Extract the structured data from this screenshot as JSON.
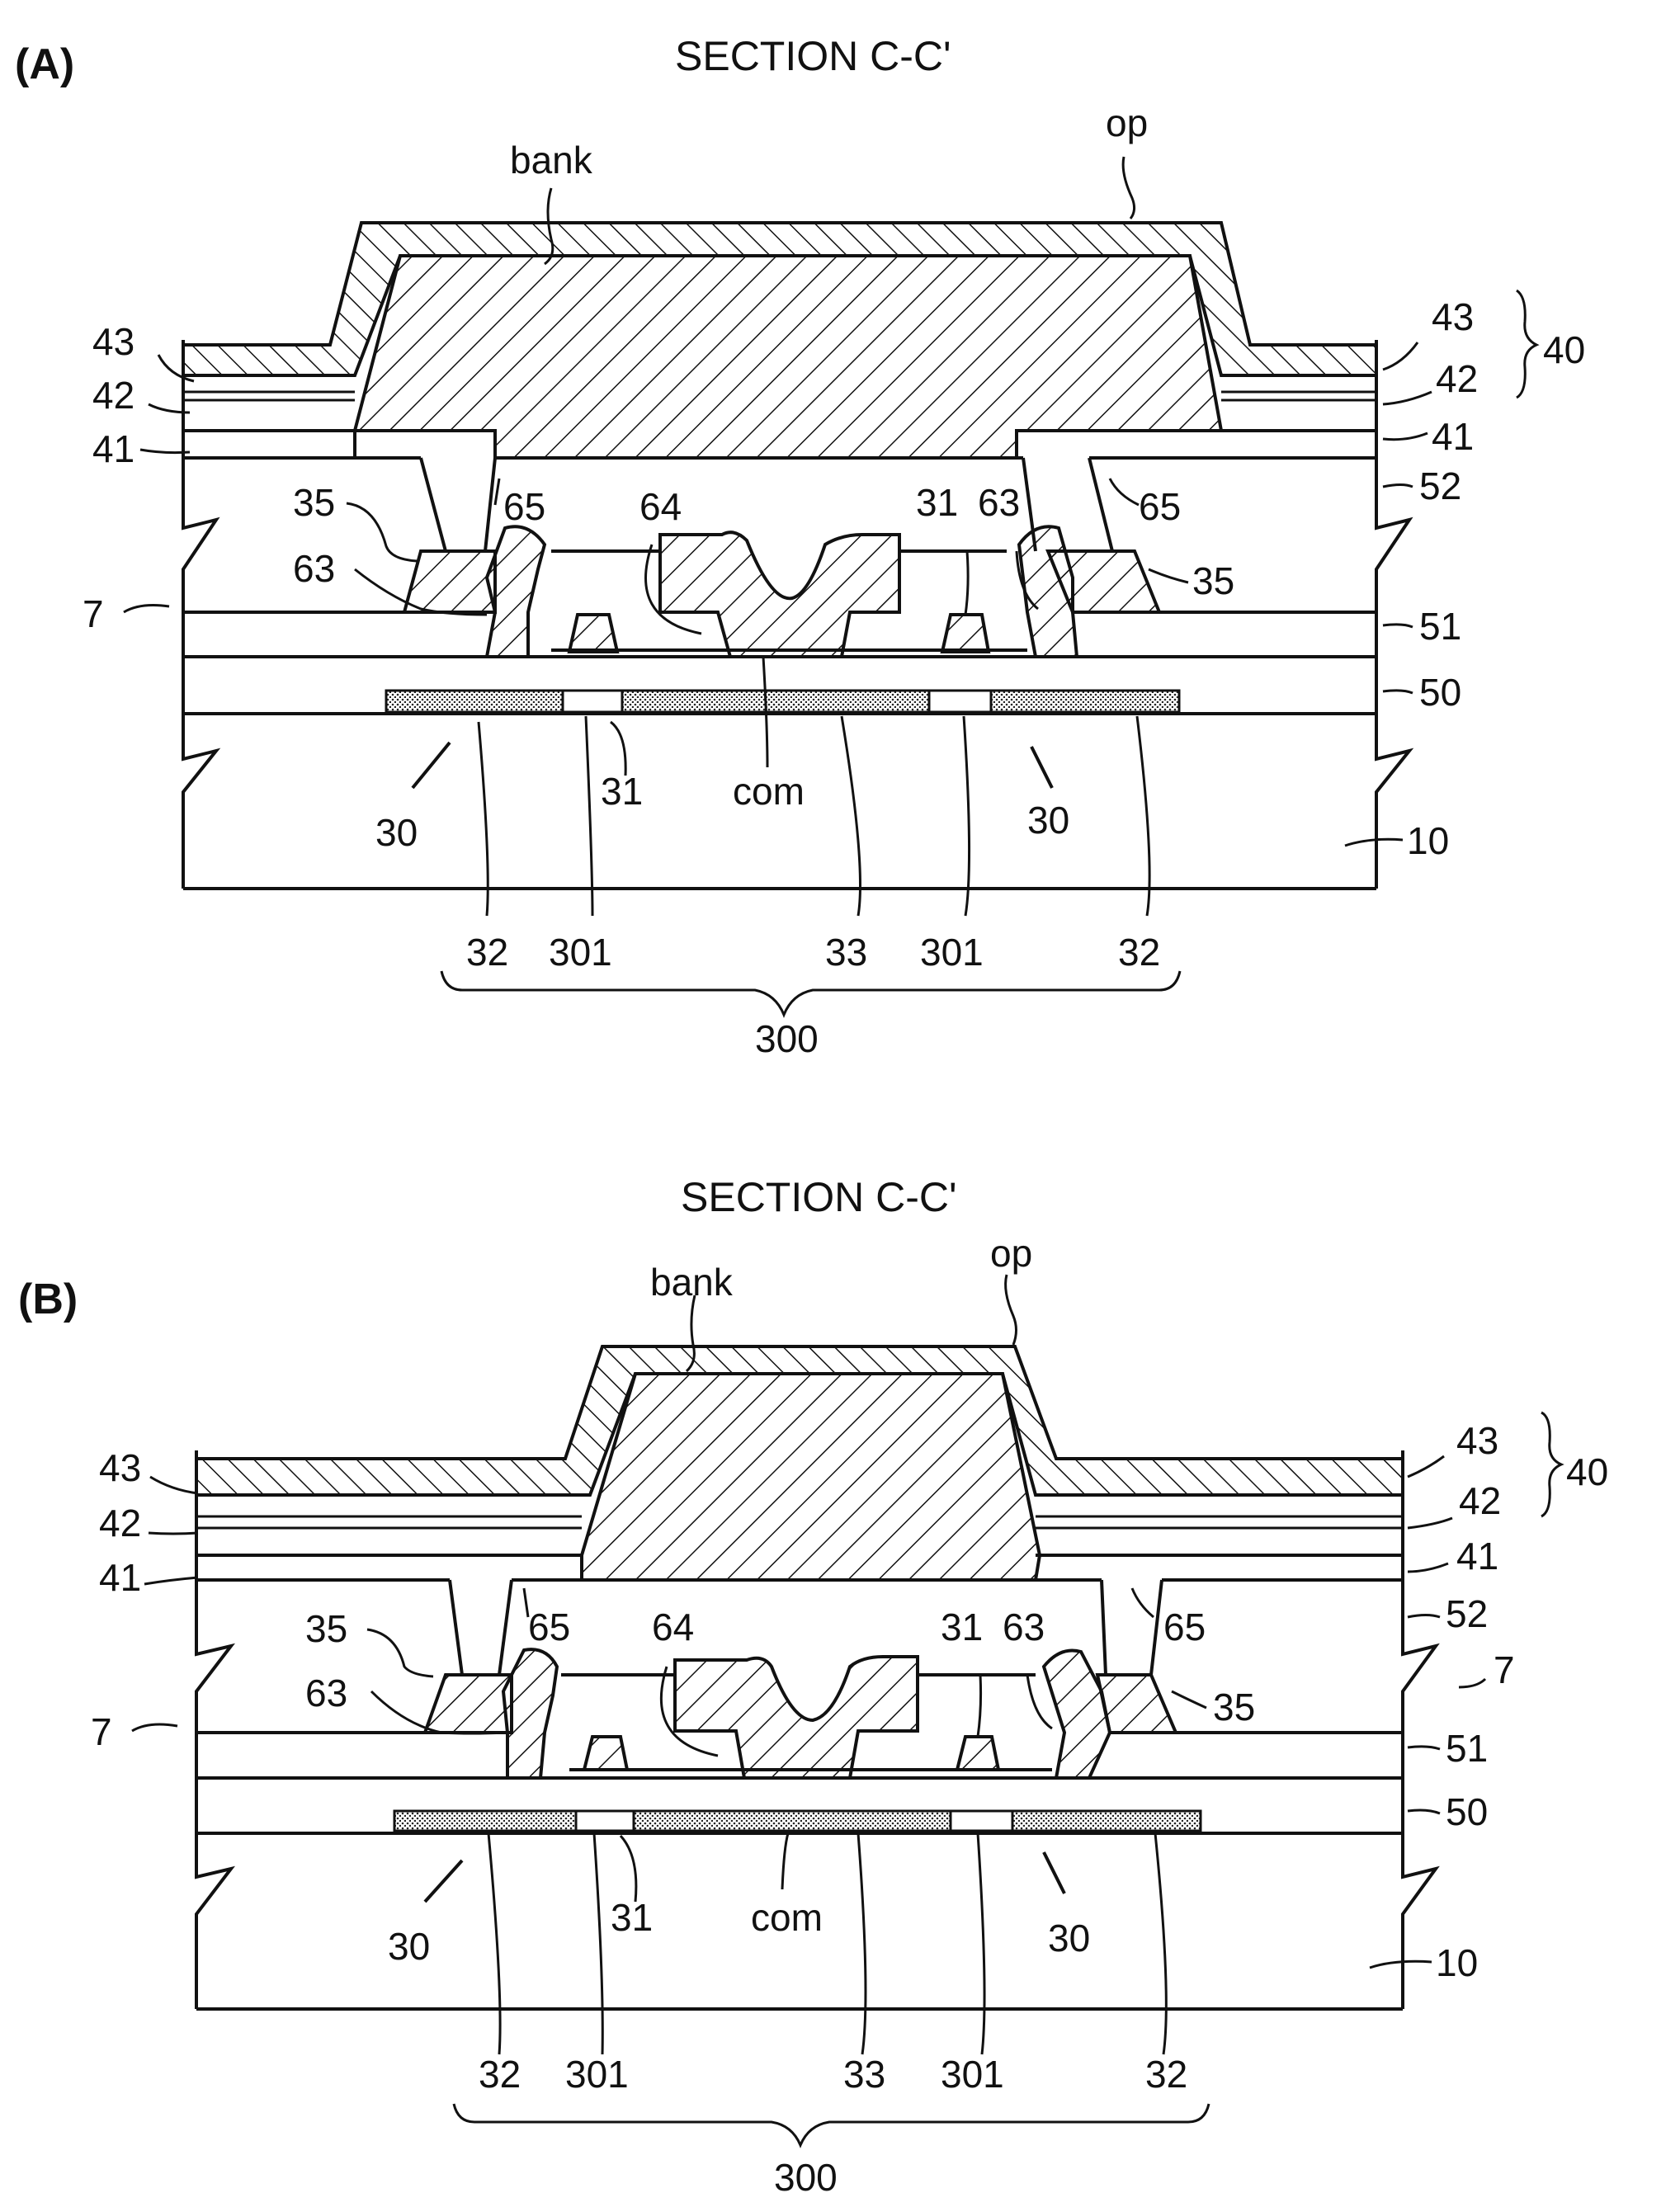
{
  "panels": [
    {
      "panel_label": "(A)",
      "section_title": "SECTION C-C'",
      "labels": {
        "op": "op",
        "bank": "bank",
        "l43_left": "43",
        "l42_left": "42",
        "l41_left": "41",
        "l43_right": "43",
        "l42_right": "42",
        "l41_right": "41",
        "l40": "40",
        "l35_left": "35",
        "l35_right": "35",
        "l65_left": "65",
        "l65_right": "65",
        "l64": "64",
        "l63_left": "63",
        "l63_right": "63",
        "l31_top": "31",
        "l31_bottom": "31",
        "l7_left": "7",
        "l52": "52",
        "l51": "51",
        "l50": "50",
        "l10": "10",
        "com": "com",
        "l30_left": "30",
        "l30_right": "30",
        "l32_left": "32",
        "l301_left": "301",
        "l33": "33",
        "l301_right": "301",
        "l32_right": "32",
        "l300": "300"
      }
    },
    {
      "panel_label": "(B)",
      "section_title": "SECTION C-C'",
      "labels": {
        "op": "op",
        "bank": "bank",
        "l43_left": "43",
        "l42_left": "42",
        "l41_left": "41",
        "l43_right": "43",
        "l42_right": "42",
        "l41_right": "41",
        "l40": "40",
        "l35_left": "35",
        "l35_right": "35",
        "l65_left": "65",
        "l65_right": "65",
        "l64": "64",
        "l63_left": "63",
        "l63_right": "63",
        "l31_top": "31",
        "l31_bottom": "31",
        "l7_left": "7",
        "l7_right": "7",
        "l52": "52",
        "l51": "51",
        "l50": "50",
        "l10": "10",
        "com": "com",
        "l30_left": "30",
        "l30_right": "30",
        "l32_left": "32",
        "l301_left": "301",
        "l33": "33",
        "l301_right": "301",
        "l32_right": "32",
        "l300": "300"
      }
    }
  ]
}
